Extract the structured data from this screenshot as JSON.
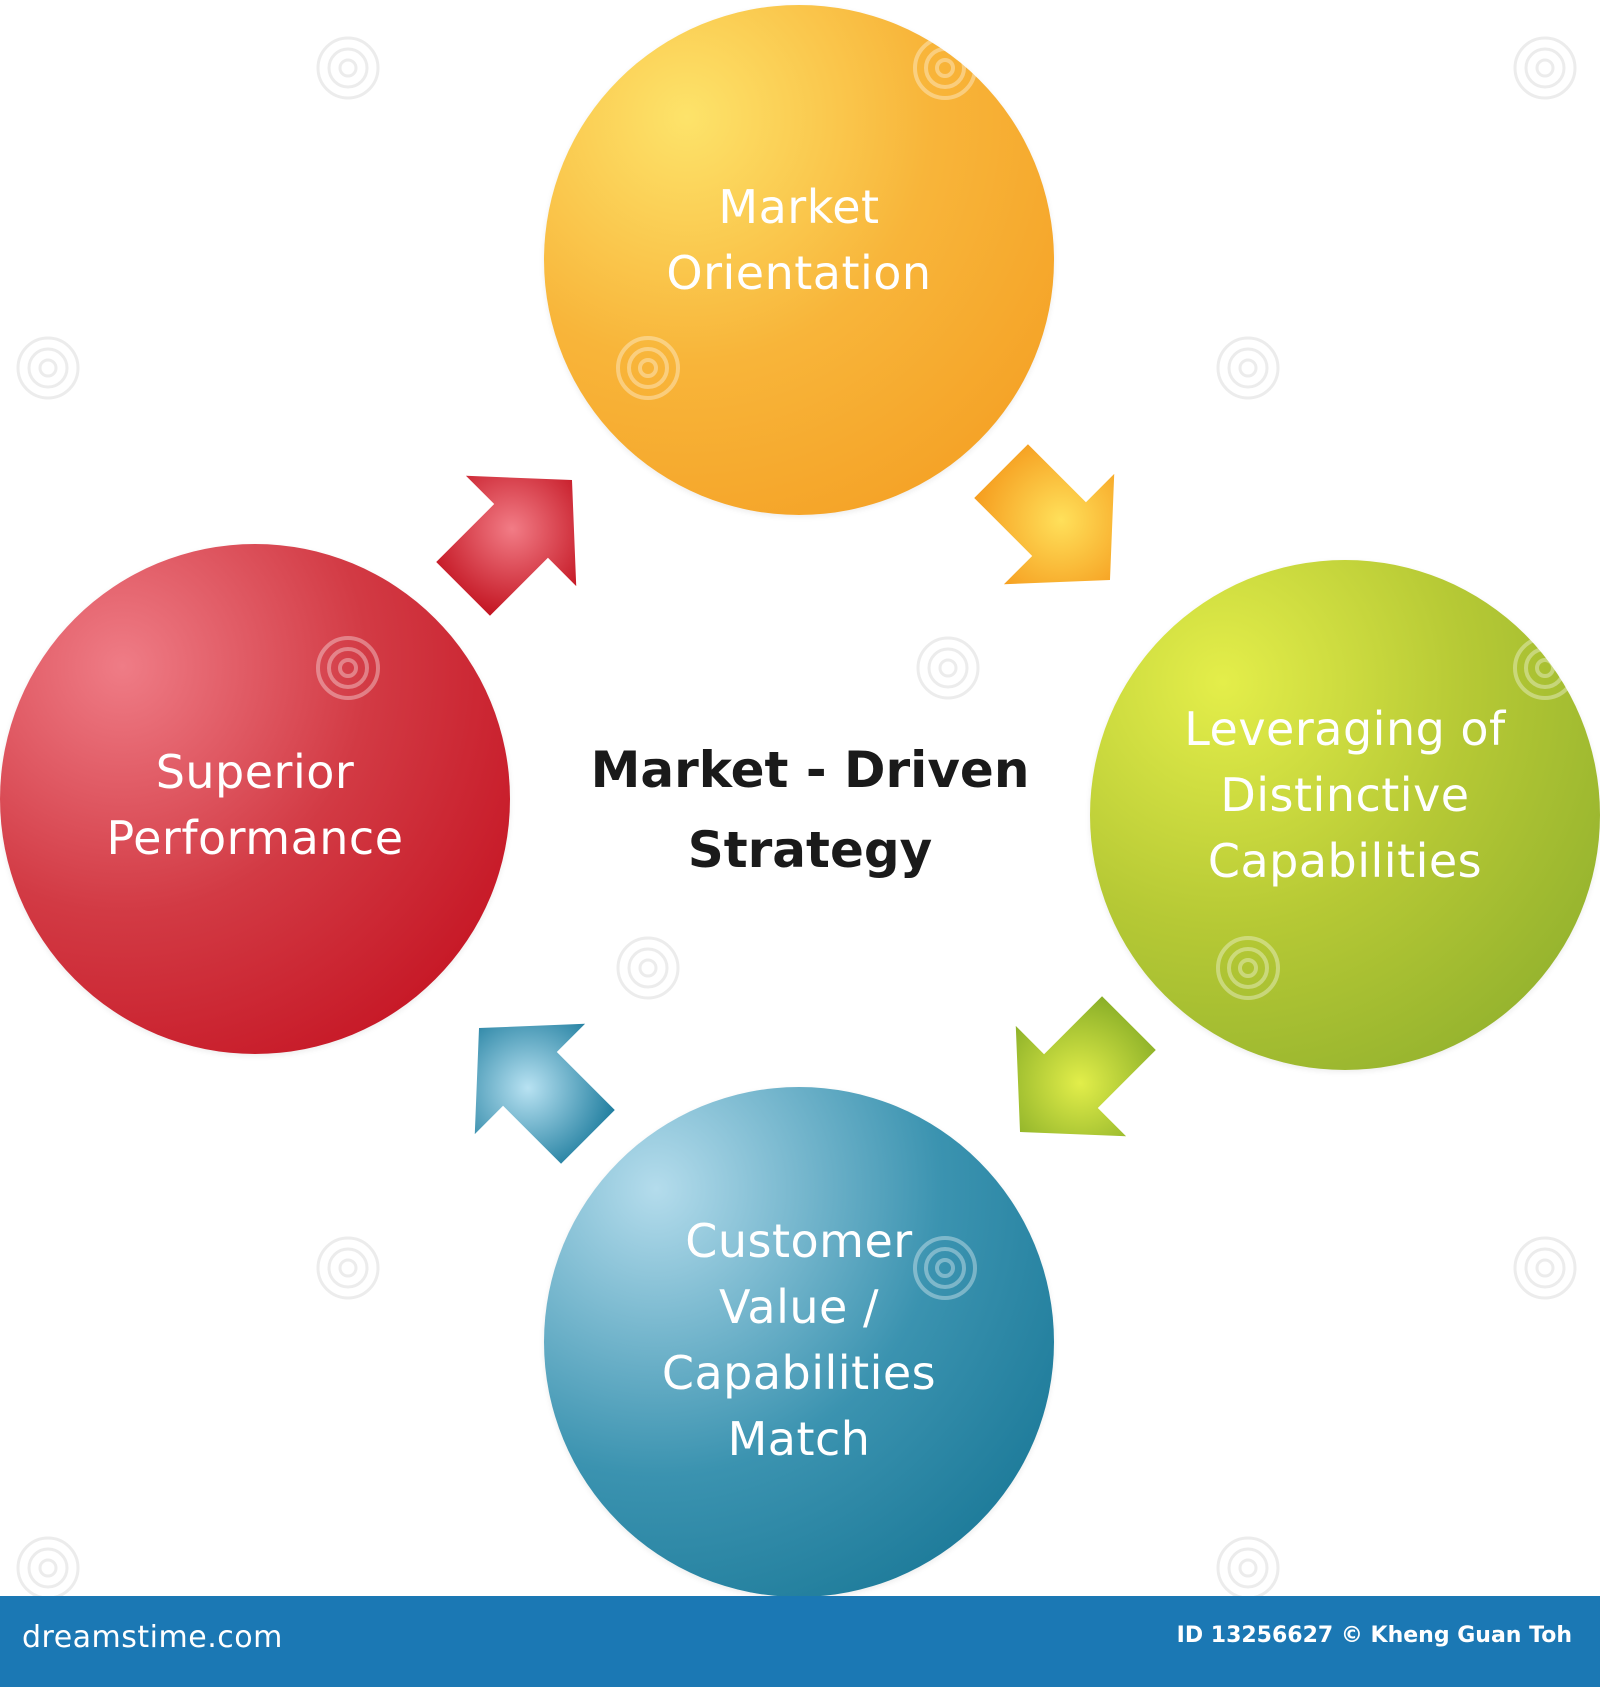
{
  "diagram": {
    "center_title": "Market - Driven\nStrategy",
    "nodes": [
      {
        "id": "market-orientation",
        "label": "Market\nOrientation",
        "color": "#f6a623"
      },
      {
        "id": "leveraging",
        "label": "Leveraging of\nDistinctive\nCapabilities",
        "color": "#8fb02e"
      },
      {
        "id": "customer-value",
        "label": "Customer\nValue /\nCapabilities\nMatch",
        "color": "#1a7f9e"
      },
      {
        "id": "superior-performance",
        "label": "Superior\nPerformance",
        "color": "#c8101e"
      }
    ],
    "arrows": [
      {
        "id": "arrow-orange",
        "color": "#f7a826",
        "from": "market-orientation",
        "to": "leveraging"
      },
      {
        "id": "arrow-green",
        "color": "#94b52c",
        "from": "leveraging",
        "to": "customer-value"
      },
      {
        "id": "arrow-blue",
        "color": "#1c7fa0",
        "from": "customer-value",
        "to": "superior-performance"
      },
      {
        "id": "arrow-red",
        "color": "#c8151f",
        "from": "superior-performance",
        "to": "market-orientation"
      }
    ]
  },
  "watermark": {
    "text": "dreamstime"
  },
  "footer": {
    "site": "dreamstime.com",
    "credit": "ID 13256627 © Kheng Guan Toh",
    "background": "#1b78b4"
  }
}
